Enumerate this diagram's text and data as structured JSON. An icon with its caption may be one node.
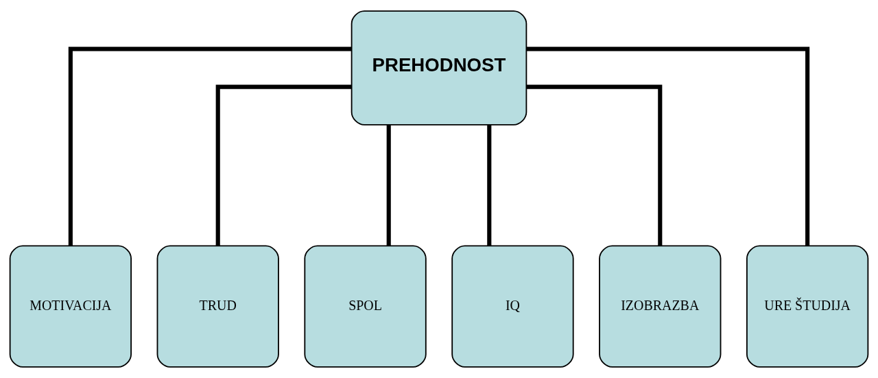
{
  "diagram": {
    "nodes": [
      {
        "text": [
          "PREHODNOST"
        ]
      },
      {
        "text": [
          "MOTIVACIJA"
        ]
      },
      {
        "text": [
          "TRUD"
        ]
      },
      {
        "text": [
          "SPOL"
        ]
      },
      {
        "text": [
          "IQ"
        ]
      },
      {
        "text": [
          "IZOBRAZBA"
        ]
      },
      {
        "text": [
          "URE ŠTUDIJA"
        ]
      }
    ],
    "edges": [
      {
        "from": 0,
        "to": 1,
        "arrow": "none"
      },
      {
        "from": 0,
        "to": 2,
        "arrow": "none"
      },
      {
        "from": 0,
        "to": 3,
        "arrow": "none"
      },
      {
        "from": 0,
        "to": 4,
        "arrow": "none"
      },
      {
        "from": 0,
        "to": 5,
        "arrow": "none"
      },
      {
        "from": 0,
        "to": 6,
        "arrow": "none"
      }
    ]
  }
}
